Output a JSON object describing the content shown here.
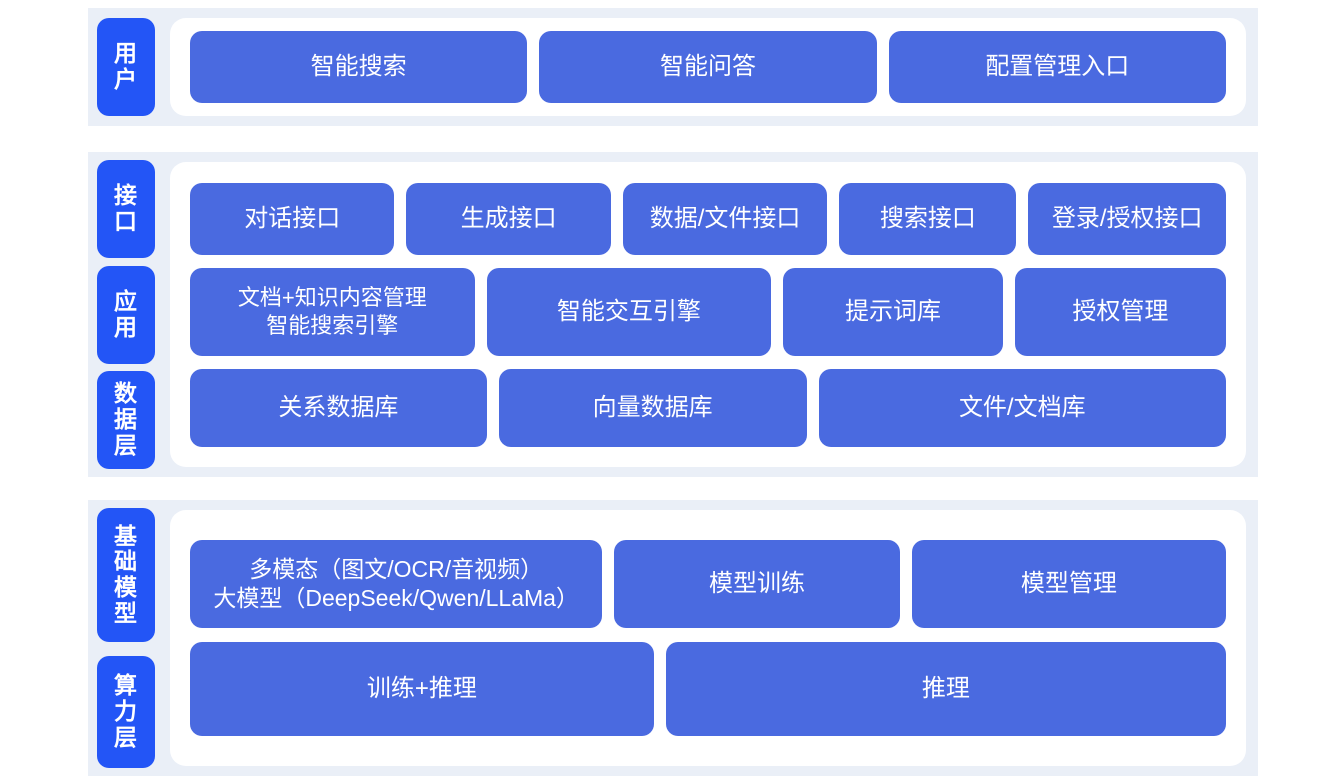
{
  "colors": {
    "band_background": "#eaeff7",
    "card_background": "#ffffff",
    "rail_chip": "#2355f6",
    "node": "#4a6ae0",
    "node_text": "#ffffff",
    "page_background": "#ffffff"
  },
  "bands": {
    "user": {
      "rail_label": "用户",
      "nodes": [
        {
          "label": "智能搜索"
        },
        {
          "label": "智能问答"
        },
        {
          "label": "配置管理入口"
        }
      ]
    },
    "core": {
      "rail_labels": [
        "接口",
        "应用",
        "数据层"
      ],
      "interface_nodes": [
        {
          "label": "对话接口"
        },
        {
          "label": "生成接口"
        },
        {
          "label": "数据/文件接口"
        },
        {
          "label": "搜索接口"
        },
        {
          "label": "登录/授权接口"
        }
      ],
      "application_nodes": [
        {
          "line1": "文档+知识内容管理",
          "line2": "智能搜索引擎"
        },
        {
          "label": "智能交互引擎"
        },
        {
          "label": "提示词库"
        },
        {
          "label": "授权管理"
        }
      ],
      "data_nodes": [
        {
          "label": "关系数据库"
        },
        {
          "label": "向量数据库"
        },
        {
          "label": "文件/文档库"
        }
      ]
    },
    "base": {
      "rail_labels": [
        "基础模型",
        "算力层"
      ],
      "model_nodes": [
        {
          "line1": "多模态（图文/OCR/音视频）",
          "line2": "大模型（DeepSeek/Qwen/LLaMa）"
        },
        {
          "label": "模型训练"
        },
        {
          "label": "模型管理"
        }
      ],
      "compute_nodes": [
        {
          "label": "训练+推理"
        },
        {
          "label": "推理"
        }
      ]
    }
  }
}
